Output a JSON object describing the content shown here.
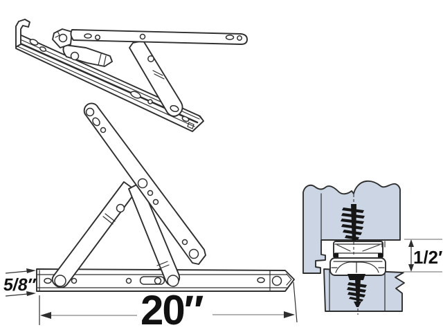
{
  "colors": {
    "line": "#2e2e2e",
    "profile_fill": "#cbd5e3",
    "screw": "#161616",
    "dimension_line": "#9a9a9a",
    "background": "#ffffff",
    "text": "#111111"
  },
  "dimensions": {
    "track_length": "20″",
    "track_height": "5/8″",
    "stack_height": "1/2″"
  }
}
